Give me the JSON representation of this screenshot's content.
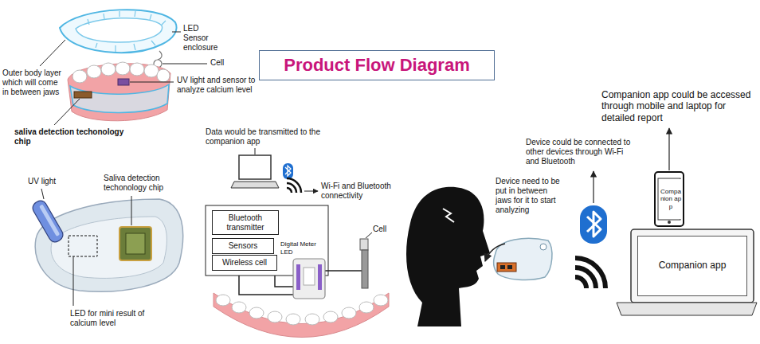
{
  "diagram": {
    "title": "Product Flow Diagram",
    "nodes": [
      {
        "text": [
          "Bluetooth transmitter"
        ]
      },
      {
        "text": [
          "Sensors"
        ]
      },
      {
        "text": [
          "Wireless cell"
        ]
      },
      {
        "text": [
          "Companion app"
        ]
      },
      {
        "text": [
          "Companion app"
        ]
      }
    ],
    "labels": [
      "LED Sensor enclosure",
      "Cell",
      "Outer body layer which will come in between jaws",
      "UV light and sensor to analyze calcium level",
      "Companion app could be accessed through mobile and laptop for detailed report",
      "saliva detection techonology chip",
      "Data would be transmitted to the companion app",
      "Device could be connected to other devices through Wi-Fi and Bluetooth",
      "Saliva detection techonology chip",
      "UV light",
      "Wi-Fi and Bluetooth connectivity",
      "Device need to be put in between jaws for it to start analyzing",
      "Cell",
      "Digital Meter LED",
      "LED for mini result of calcium level"
    ]
  }
}
